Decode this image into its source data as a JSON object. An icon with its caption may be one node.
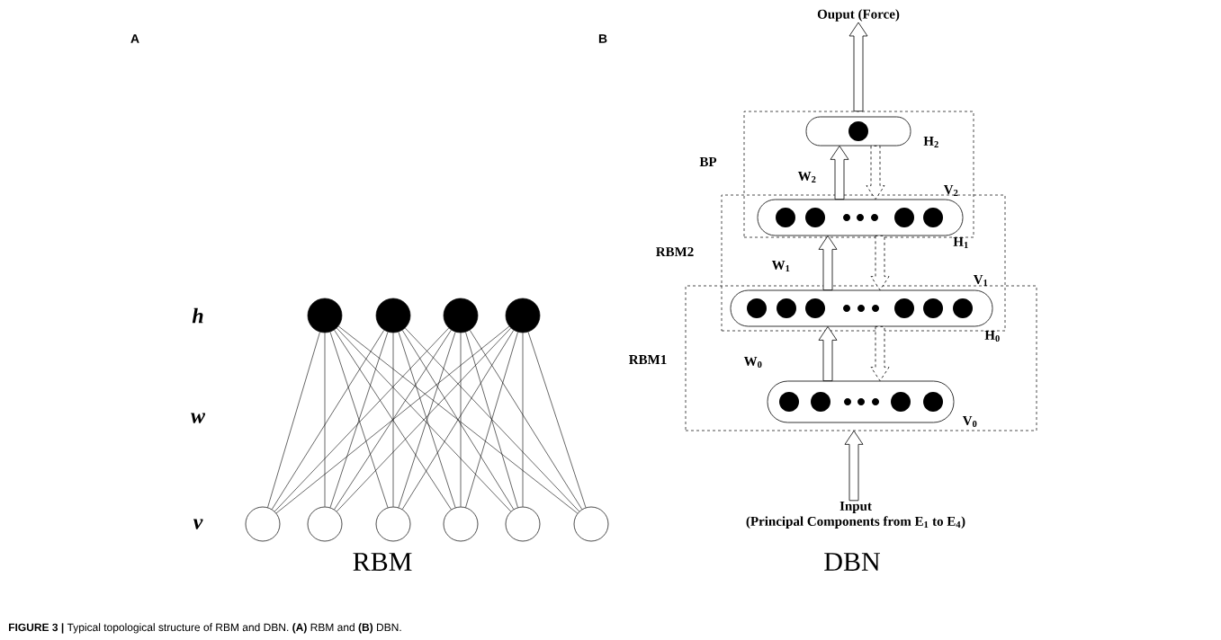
{
  "diagram": {
    "caption": "**FIGURE 3 |** Typical topological structure of RBM and DBN. **(A)** RBM and **(B)** DBN.",
    "nodes": [
      {
        "text": [],
        "shape": "dot"
      },
      {
        "text": [],
        "shape": "dot"
      },
      {
        "text": [],
        "shape": "dot"
      },
      {
        "text": [],
        "shape": "dot"
      },
      {
        "text": [],
        "shape": "circle"
      },
      {
        "text": [],
        "shape": "circle"
      },
      {
        "text": [],
        "shape": "circle"
      },
      {
        "text": [],
        "shape": "circle"
      },
      {
        "text": [],
        "shape": "circle"
      },
      {
        "text": [],
        "shape": "circle"
      },
      {
        "text": [
          "Ouput (Force)"
        ]
      },
      {
        "text": [
          "BP"
        ]
      },
      {
        "text": [],
        "shape": "capsule",
        "in": 11,
        "beside": [
          "H$_{2}$"
        ]
      },
      {
        "text": [
          "RBM2"
        ]
      },
      {
        "text": [],
        "shape": "capsule",
        "beside": [
          "V$_{2}$",
          "H$_{1}$"
        ]
      },
      {
        "text": [
          "RBM1"
        ]
      },
      {
        "text": [],
        "shape": "capsule",
        "beside": [
          "V$_{1}$",
          "H$_{0}$"
        ]
      },
      {
        "text": [],
        "shape": "capsule",
        "in": 15,
        "beside": [
          "V$_{0}$"
        ]
      },
      {
        "text": [
          "Input",
          "(Principal Components from E$_{1}$ to E$_{4}$)"
        ]
      }
    ],
    "edges": [
      {
        "from": 0,
        "to": 4,
        "arrow": "none"
      },
      {
        "from": 0,
        "to": 5,
        "arrow": "none"
      },
      {
        "from": 0,
        "to": 6,
        "arrow": "none"
      },
      {
        "from": 0,
        "to": 7,
        "arrow": "none"
      },
      {
        "from": 0,
        "to": 8,
        "arrow": "none"
      },
      {
        "from": 0,
        "to": 9,
        "arrow": "none"
      },
      {
        "from": 1,
        "to": 4,
        "arrow": "none"
      },
      {
        "from": 1,
        "to": 5,
        "arrow": "none"
      },
      {
        "from": 1,
        "to": 6,
        "arrow": "none"
      },
      {
        "from": 1,
        "to": 7,
        "arrow": "none"
      },
      {
        "from": 1,
        "to": 8,
        "arrow": "none"
      },
      {
        "from": 1,
        "to": 9,
        "arrow": "none"
      },
      {
        "from": 2,
        "to": 4,
        "arrow": "none"
      },
      {
        "from": 2,
        "to": 5,
        "arrow": "none"
      },
      {
        "from": 2,
        "to": 6,
        "arrow": "none"
      },
      {
        "from": 2,
        "to": 7,
        "arrow": "none"
      },
      {
        "from": 2,
        "to": 8,
        "arrow": "none"
      },
      {
        "from": 2,
        "to": 9,
        "arrow": "none"
      },
      {
        "from": 3,
        "to": 4,
        "arrow": "none"
      },
      {
        "from": 3,
        "to": 5,
        "arrow": "none"
      },
      {
        "from": 3,
        "to": 6,
        "arrow": "none"
      },
      {
        "from": 3,
        "to": 7,
        "arrow": "none"
      },
      {
        "from": 3,
        "to": 8,
        "arrow": "none"
      },
      {
        "from": 3,
        "to": 9,
        "arrow": "none"
      },
      {
        "from": 17,
        "to": 16,
        "arrow": "to",
        "label": "W$_{0}$",
        "style": "thick"
      },
      {
        "from": 16,
        "to": 17,
        "arrow": "to",
        "style": "dashed"
      },
      {
        "from": 16,
        "to": 14,
        "arrow": "to",
        "label": "W$_{1}$",
        "style": "thick"
      },
      {
        "from": 14,
        "to": 16,
        "arrow": "to",
        "style": "dashed"
      },
      {
        "from": 14,
        "to": 12,
        "arrow": "to",
        "label": "W$_{2}$",
        "style": "thick"
      },
      {
        "from": 12,
        "to": 14,
        "arrow": "to",
        "style": "dashed"
      },
      {
        "from": 11,
        "to": 10,
        "arrow": "to",
        "style": "thick"
      },
      {
        "from": 18,
        "to": 15,
        "arrow": "to",
        "style": "thick"
      }
    ],
    "labels": [
      "A",
      "B",
      "h",
      "w",
      "v",
      "RBM",
      "DBN"
    ]
  }
}
